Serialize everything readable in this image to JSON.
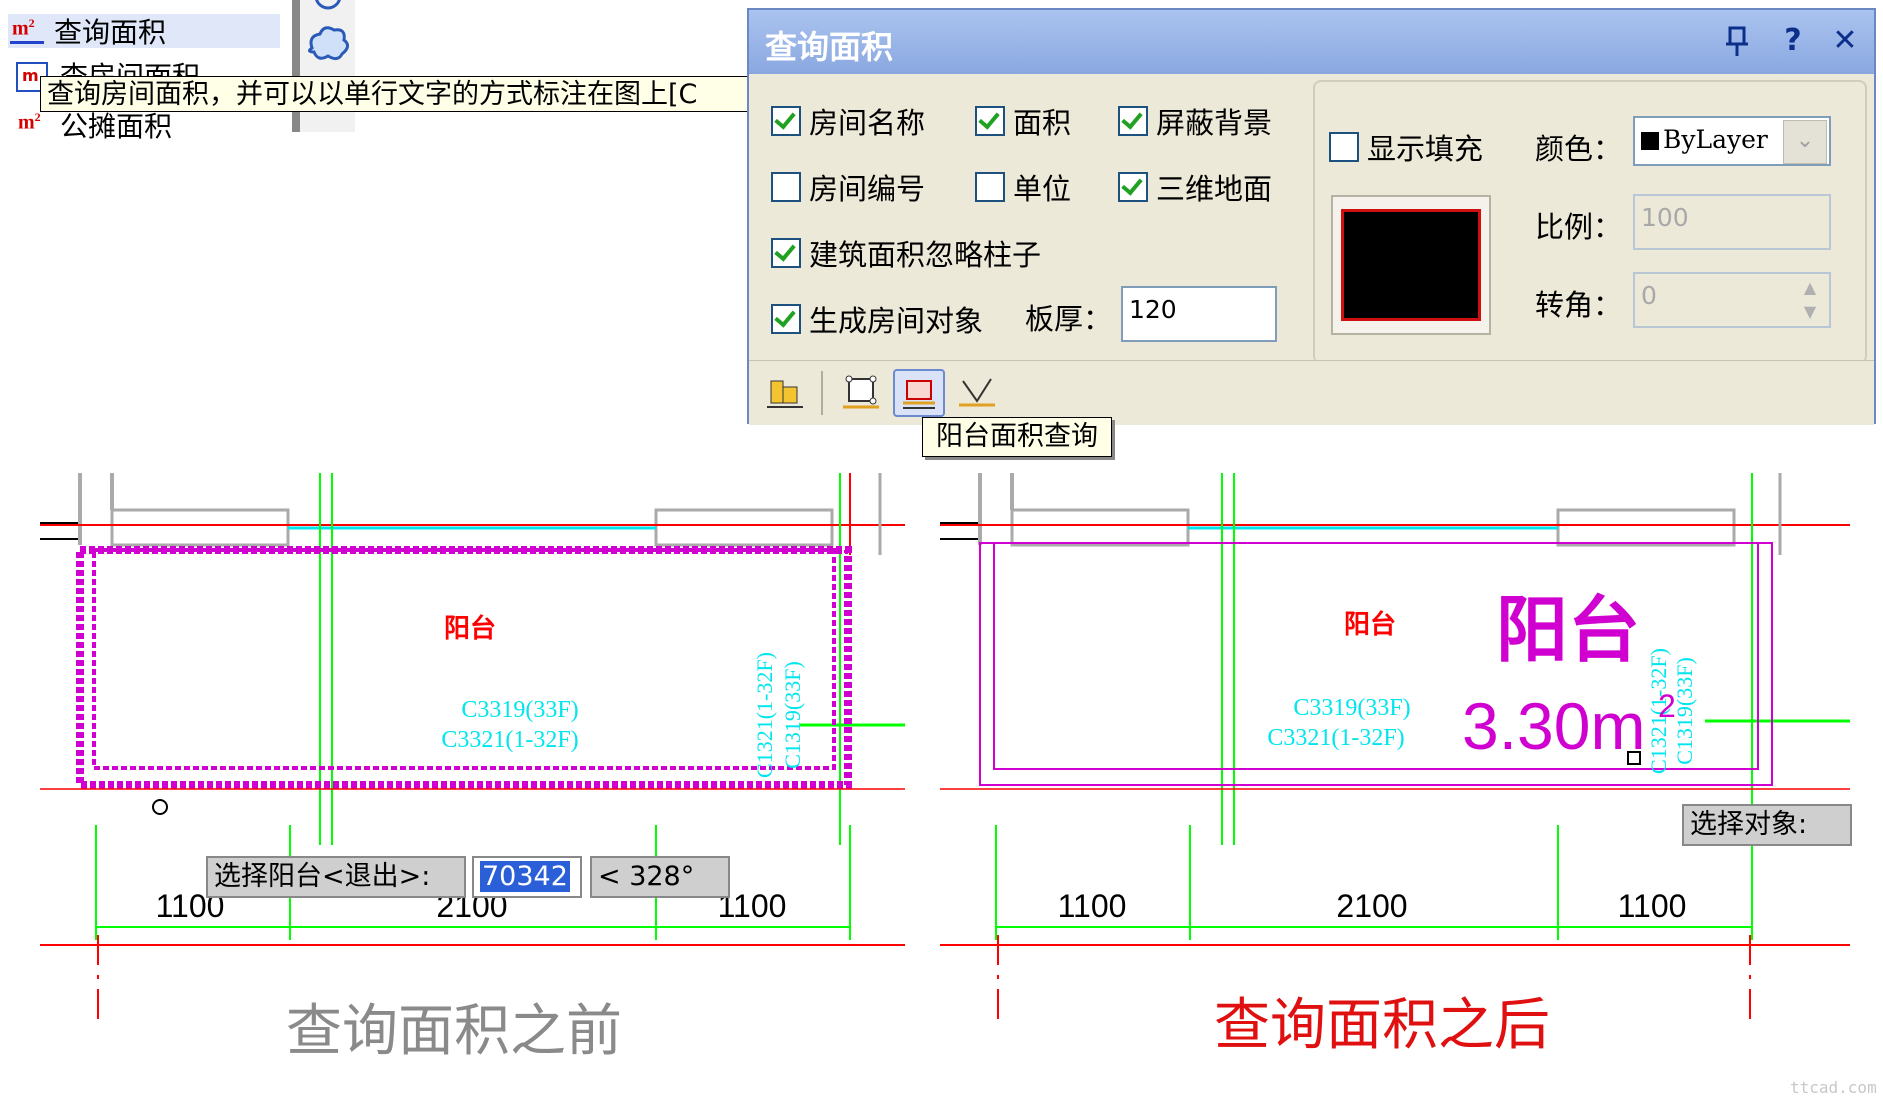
{
  "menu": {
    "items": [
      {
        "label": "查询面积",
        "icon": "area-query-icon"
      },
      {
        "label": "查房间面积",
        "icon": "room-area-icon"
      },
      {
        "label": "公摊面积",
        "icon": "shared-area-icon"
      }
    ],
    "tooltip": "查询房间面积，并可以以单行文字的方式标注在图上[C"
  },
  "dialog": {
    "title": "查询面积",
    "options": {
      "room_name": {
        "label": "房间名称",
        "checked": true
      },
      "area": {
        "label": "面积",
        "checked": true
      },
      "mask_bg": {
        "label": "屏蔽背景",
        "checked": true
      },
      "room_number": {
        "label": "房间编号",
        "checked": false
      },
      "unit": {
        "label": "单位",
        "checked": false
      },
      "floor_3d": {
        "label": "三维地面",
        "checked": true
      },
      "ignore_column": {
        "label": "建筑面积忽略柱子",
        "checked": true
      },
      "make_room_obj": {
        "label": "生成房间对象",
        "checked": true
      }
    },
    "slab_label": "板厚：",
    "slab_value": "120",
    "show_fill": {
      "label": "显示填充",
      "checked": false
    },
    "color_label": "颜色：",
    "color_value": "ByLayer",
    "scale_label": "比例：",
    "scale_value": "100",
    "angle_label": "转角：",
    "angle_value": "0",
    "tools_tooltip": "阳台面积查询"
  },
  "before": {
    "room_label": "阳台",
    "window1": "C3319(33F)",
    "window2": "C3321(1-32F)",
    "vwin1": "C1321(1-32F)",
    "vwin2": "C1319(33F)",
    "prompt": "选择阳台<退出>:",
    "prompt_value": "70342",
    "prompt_angle": "< 328°",
    "dims": [
      "1100",
      "2100",
      "1100"
    ],
    "caption": "查询面积之前"
  },
  "after": {
    "room_label": "阳台",
    "window1": "C3319(33F)",
    "window2": "C3321(1-32F)",
    "vwin1": "C1321(1-32F)",
    "vwin2": "C1319(33F)",
    "annot_name": "阳台",
    "annot_area": "3.30m",
    "annot_sup": "2",
    "prompt": "选择对象:",
    "dims": [
      "1100",
      "2100",
      "1100"
    ],
    "caption": "查询面积之后"
  },
  "colors": {
    "wall_red": "#ff0000",
    "dim_green": "#00ff00",
    "cyan": "#00e5ee",
    "magenta": "#d000d0",
    "caption_before": "#8a8a8a",
    "caption_after": "#e01010"
  },
  "watermark": "ttcad.com"
}
